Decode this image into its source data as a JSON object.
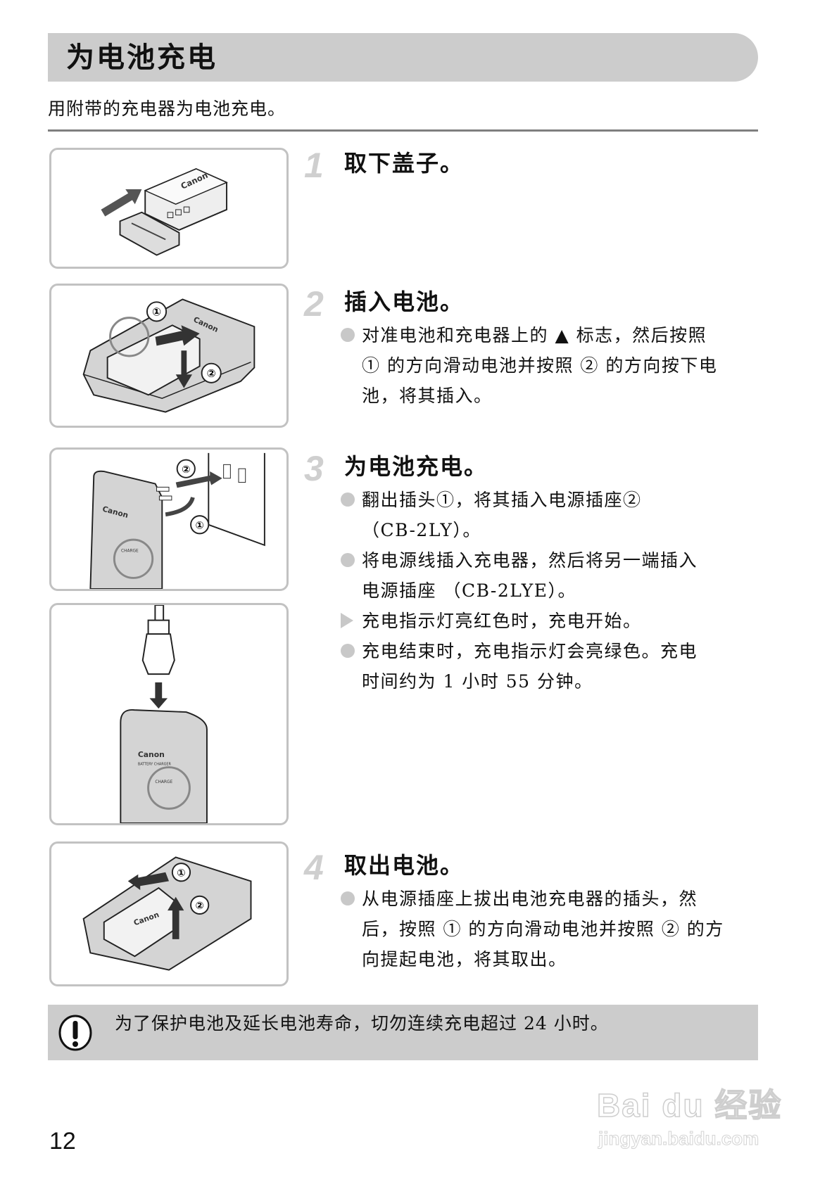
{
  "page": {
    "title": "为电池充电",
    "intro": "用附带的充电器为电池充电。",
    "page_number": "12"
  },
  "steps": [
    {
      "number": "1",
      "heading": "取下盖子。",
      "items": []
    },
    {
      "number": "2",
      "heading": "插入电池。",
      "items": [
        {
          "marker": "dot",
          "lines": [
            "对准电池和充电器上的 ▲ 标志，然后按照",
            "① 的方向滑动电池并按照 ② 的方向按下电",
            "池，将其插入。"
          ]
        }
      ]
    },
    {
      "number": "3",
      "heading": "为电池充电。",
      "items": [
        {
          "marker": "dot",
          "lines": [
            "翻出插头①，将其插入电源插座②",
            "（CB-2LY）。"
          ]
        },
        {
          "marker": "dot",
          "lines": [
            "将电源线插入充电器，然后将另一端插入",
            "电源插座 （CB-2LYE）。"
          ]
        },
        {
          "marker": "triangle",
          "lines": [
            "充电指示灯亮红色时，充电开始。"
          ]
        },
        {
          "marker": "dot",
          "lines": [
            "充电结束时，充电指示灯会亮绿色。充电",
            "时间约为 1 小时 55 分钟。"
          ]
        }
      ]
    },
    {
      "number": "4",
      "heading": "取出电池。",
      "items": [
        {
          "marker": "dot",
          "lines": [
            "从电源插座上拔出电池充电器的插头，然",
            "后，按照 ① 的方向滑动电池并按照 ② 的方",
            "向提起电池，将其取出。"
          ]
        }
      ]
    }
  ],
  "figures": {
    "step1": {
      "brand": "Canon"
    },
    "step2": {
      "brand": "Canon",
      "callouts": [
        "①",
        "②"
      ]
    },
    "step3a": {
      "brand": "Canon",
      "callouts": [
        "②",
        "①"
      ],
      "led_label": "CHARGE"
    },
    "step3b": {
      "brand": "Canon",
      "sublabel": "BATTERY CHARGER",
      "led_label": "CHARGE"
    },
    "step4": {
      "brand": "Canon",
      "callouts": [
        "①",
        "②"
      ]
    }
  },
  "note": {
    "icon": "caution-exclamation-icon",
    "text": "为了保护电池及延长电池寿命，切勿连续充电超过 24 小时。"
  },
  "watermark": {
    "logo": "Bai du 经验",
    "url": "jingyan.baidu.com"
  },
  "colors": {
    "title_bar": "#cccccc",
    "rule": "#7f7f7f",
    "figure_border": "#c2c2c2",
    "marker": "#c8c8c8",
    "step_number": "#cfcfcf"
  }
}
